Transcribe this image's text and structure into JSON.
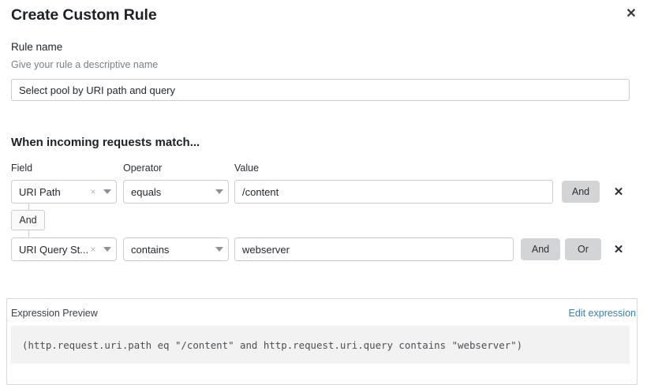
{
  "dialog": {
    "title": "Create Custom Rule",
    "close_icon": "close-icon"
  },
  "rule_name": {
    "label": "Rule name",
    "sublabel": "Give your rule a descriptive name",
    "value": "Select pool by URI path and query",
    "placeholder": "Enter rule name"
  },
  "match_section": {
    "heading": "When incoming requests match...",
    "columns": {
      "field": "Field",
      "operator": "Operator",
      "value": "Value"
    },
    "connector": "And",
    "rows": [
      {
        "field": "URI Path",
        "operator": "equals",
        "value": "/content",
        "value_placeholder": "Enter value",
        "buttons": [
          "And"
        ],
        "delete_icon": "close-icon",
        "clear_icon": "clear-icon",
        "caret_icon": "chevron-down-icon"
      },
      {
        "field": "URI Query St...",
        "operator": "contains",
        "value": "webserver",
        "value_placeholder": "Enter value",
        "buttons": [
          "And",
          "Or"
        ],
        "delete_icon": "close-icon",
        "clear_icon": "clear-icon",
        "caret_icon": "chevron-down-icon"
      }
    ]
  },
  "expression_preview": {
    "label": "Expression Preview",
    "edit_link": "Edit expression",
    "expression": "(http.request.uri.path eq \"/content\" and http.request.uri.query contains \"webserver\")"
  },
  "colors": {
    "link": "#3f7fa8",
    "button_gray": "#d3d4d6",
    "border": "#c9ccd1",
    "code_background": "#f2f2f2"
  }
}
